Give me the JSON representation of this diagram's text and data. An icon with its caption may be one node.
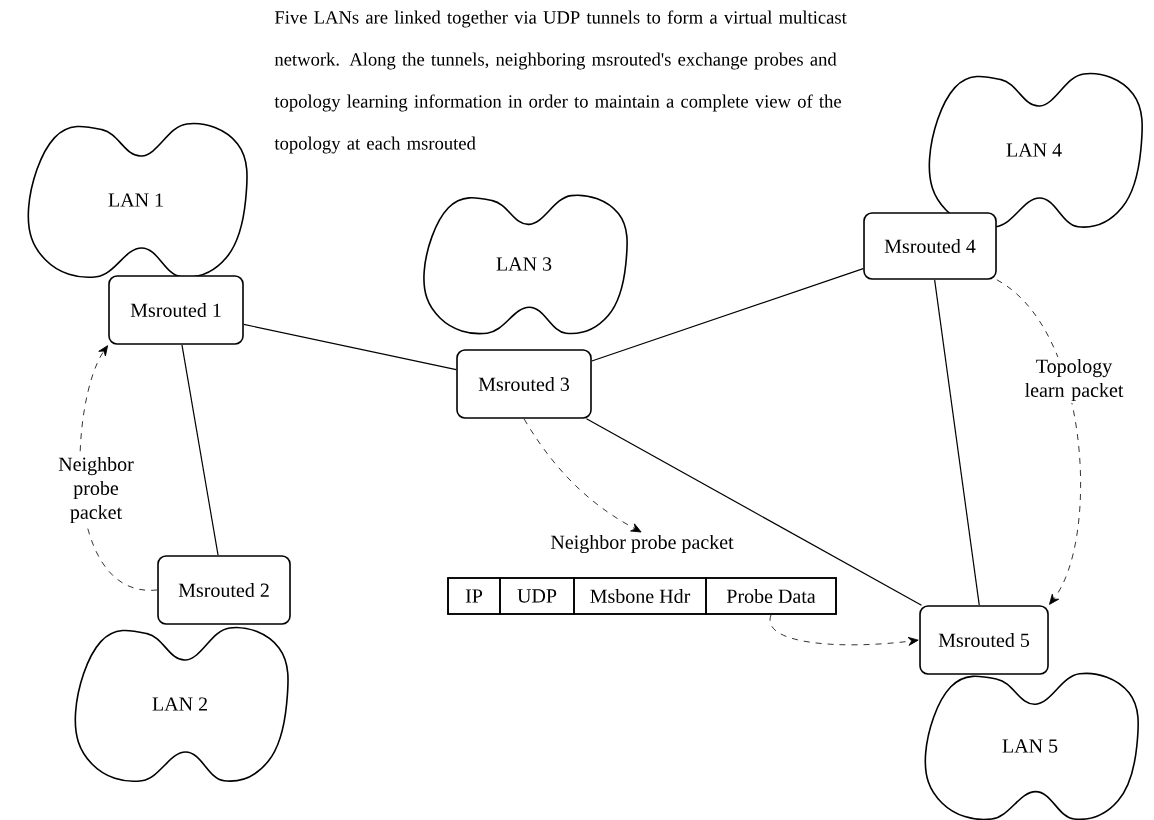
{
  "diagram": {
    "caption": "Five LANs are linked together via UDP tunnels to form a virtual multicast network.  Along the tunnels, neighboring msrouted's exchange probes and topology learning information in order to maintain a complete view of the topology at each msrouted",
    "nodes": [
      {
        "text": [
          "LAN 1"
        ]
      },
      {
        "text": [
          "Msrouted 1"
        ]
      },
      {
        "text": [
          "LAN 2"
        ]
      },
      {
        "text": [
          "Msrouted 2"
        ]
      },
      {
        "text": [
          "LAN 3"
        ]
      },
      {
        "text": [
          "Msrouted 3"
        ]
      },
      {
        "text": [
          "LAN 4"
        ]
      },
      {
        "text": [
          "Msrouted 4"
        ]
      },
      {
        "text": [
          "LAN 5"
        ]
      },
      {
        "text": [
          "Msrouted 5"
        ]
      },
      {
        "text": [
          "Neighbor probe packet"
        ]
      },
      {
        "text": [
          "IP"
        ],
        "in": 10
      },
      {
        "text": [
          "UDP"
        ],
        "in": 10
      },
      {
        "text": [
          "Msbone Hdr"
        ],
        "in": 10
      },
      {
        "text": [
          "Probe Data"
        ],
        "in": 10
      }
    ],
    "edges": [
      {
        "from": 1,
        "to": 5,
        "arrow": "none"
      },
      {
        "from": 1,
        "to": 3,
        "arrow": "none"
      },
      {
        "from": 5,
        "to": 7,
        "arrow": "none"
      },
      {
        "from": 5,
        "to": 9,
        "arrow": "none"
      },
      {
        "from": 7,
        "to": 9,
        "arrow": "none"
      },
      {
        "from": 3,
        "to": 1,
        "arrow": "to",
        "style": "dashed",
        "label": "Neighbor probe packet"
      },
      {
        "from": 7,
        "to": 9,
        "arrow": "to",
        "style": "dashed",
        "label": "Topology learn packet"
      },
      {
        "from": 5,
        "to": 10,
        "arrow": "to",
        "style": "dashed"
      },
      {
        "from": 14,
        "to": 9,
        "arrow": "to",
        "style": "dashed"
      }
    ]
  }
}
